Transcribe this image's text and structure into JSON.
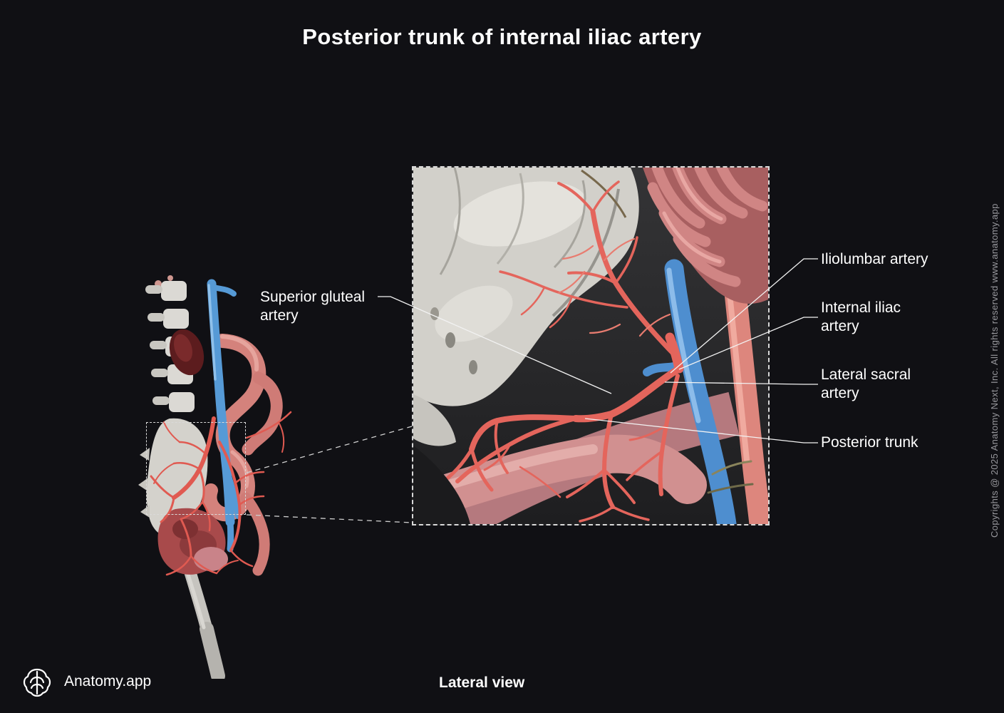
{
  "page": {
    "title": "Posterior trunk of internal iliac artery",
    "view_label": "Lateral view",
    "brand": "Anatomy.app",
    "copyright": "Copyrights @ 2025 Anatomy Next, Inc. All rights reserved www.anatomy.app"
  },
  "annotations": {
    "superior_gluteal": "Superior gluteal artery",
    "iliolumbar": "Iliolumbar artery",
    "internal_iliac": "Internal iliac artery",
    "lateral_sacral": "Lateral sacral artery",
    "posterior_trunk": "Posterior trunk"
  },
  "colors": {
    "background": "#101014",
    "text": "#ffffff",
    "muted_text": "#97979c",
    "artery_red": "#e2625c",
    "vein_blue": "#5f9bdb",
    "bone": "#d6d4cf",
    "leader_line": "#f2f2f2"
  }
}
